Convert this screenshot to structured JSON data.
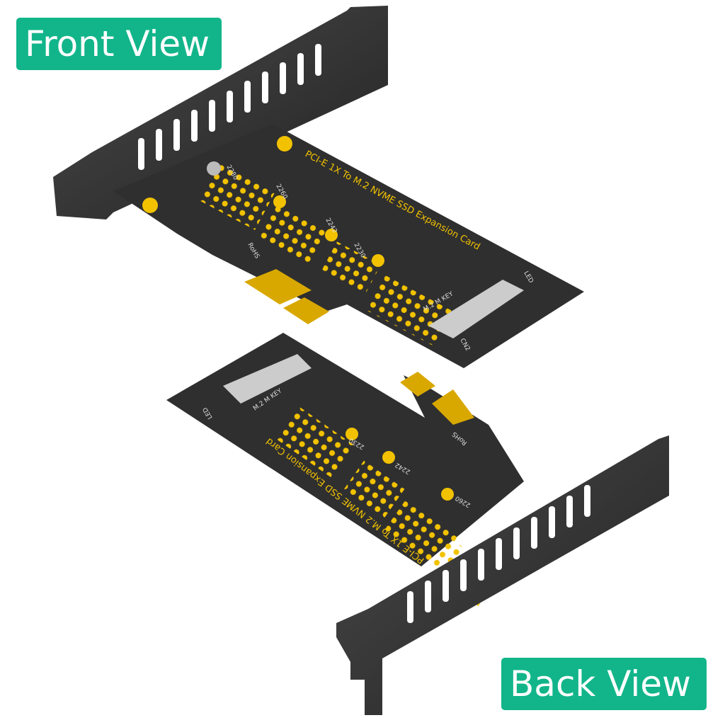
{
  "labels": {
    "front": "Front View",
    "back": "Back View"
  },
  "board": {
    "title": "PCI-E 1X To M.2 NVME SSD Expansion Card",
    "sizes": [
      "2280",
      "2260",
      "2242",
      "2230"
    ],
    "slot_label": "M.2 M KEY",
    "led_label": "LED",
    "connector_label": "CN2",
    "rohs_label": "RoHS"
  },
  "colors": {
    "accent": "#12b58a",
    "pcb": "#2f2f2f",
    "gold": "#f2c200",
    "bracket": "#3a3a3a"
  }
}
